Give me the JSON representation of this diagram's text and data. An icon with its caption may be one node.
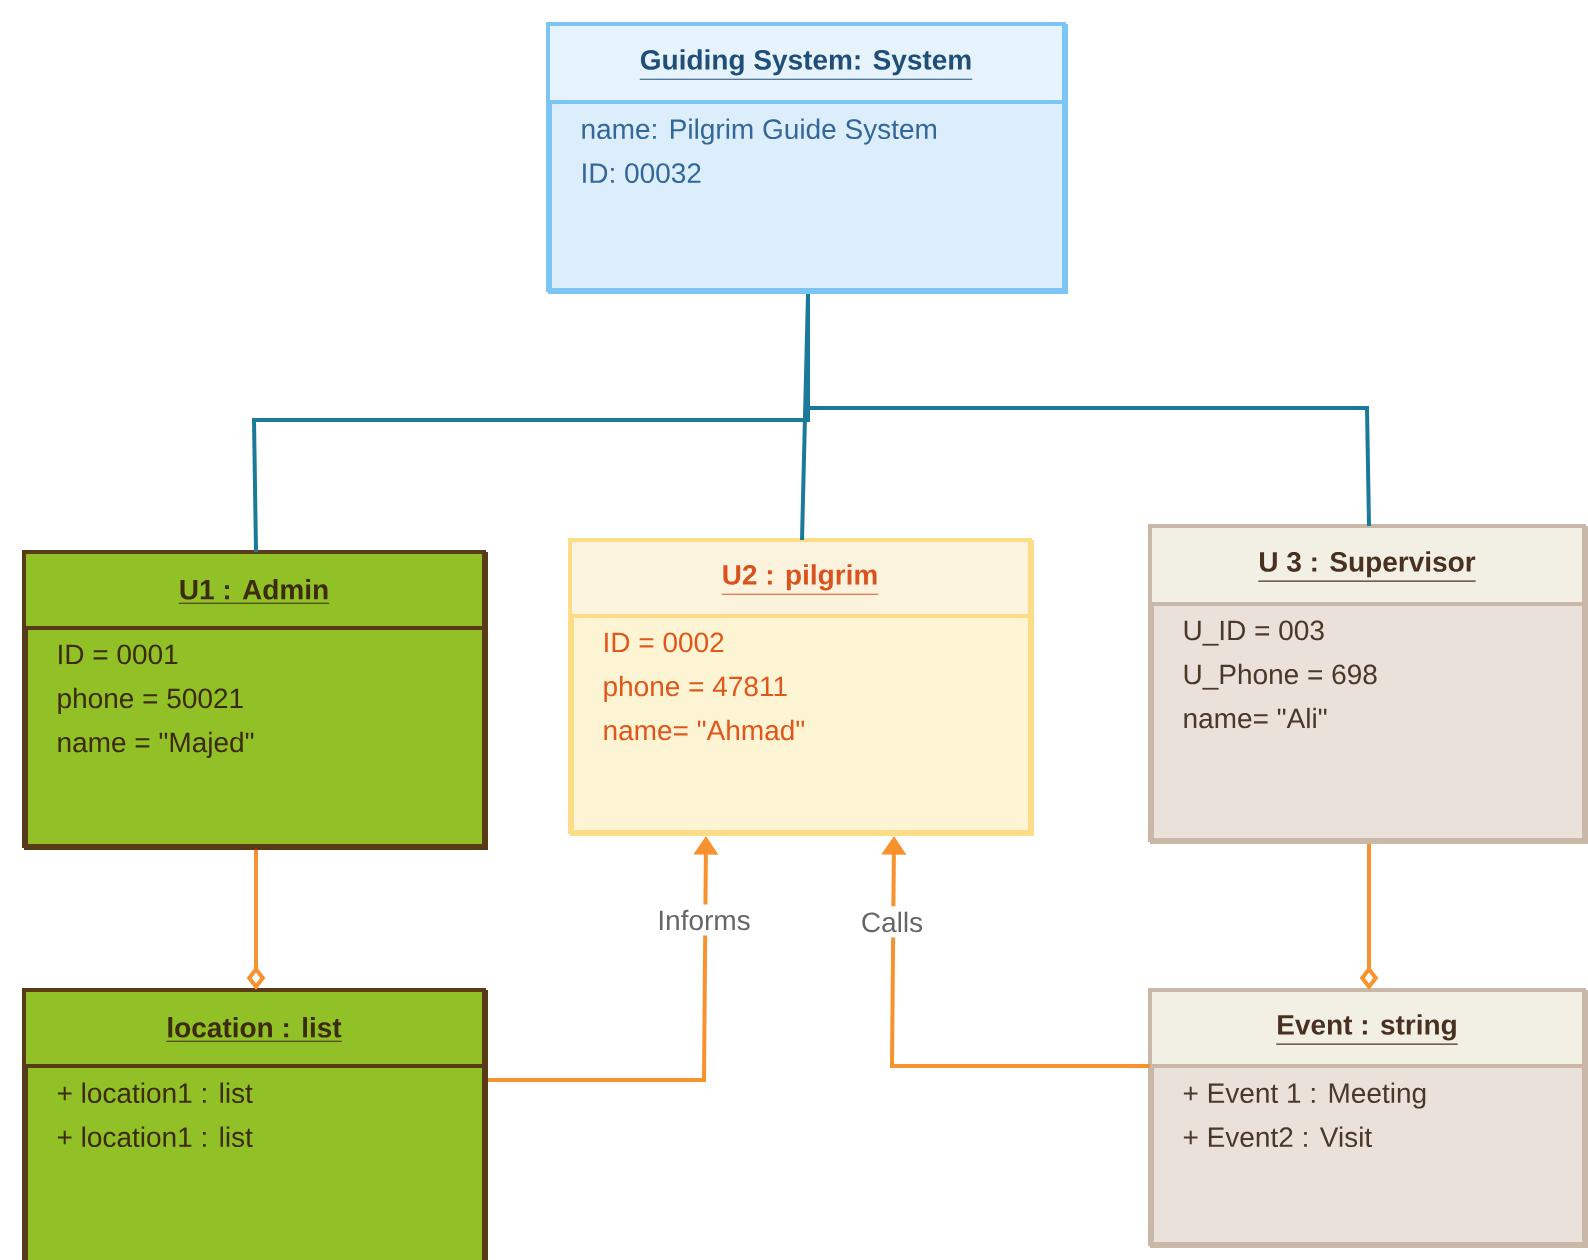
{
  "diagram": {
    "nodes": [
      {
        "text": [
          "Guiding System: System",
          "name: Pilgrim Guide System",
          "ID: 00032"
        ]
      },
      {
        "text": [
          "U1 : Admin",
          "ID = 0001",
          "phone = 50021",
          "name = \"Majed\""
        ]
      },
      {
        "text": [
          "U2 : pilgrim",
          "ID = 0002",
          "phone = 47811",
          "name= \"Ahmad\""
        ]
      },
      {
        "text": [
          "U 3 : Supervisor",
          "U_ID = 003",
          "U_Phone = 698",
          "name= \"Ali\""
        ]
      },
      {
        "text": [
          "location : list",
          "+ location1 : list",
          "+ location1 : list"
        ]
      },
      {
        "text": [
          "Event : string",
          "+ Event 1 : Meeting",
          "+ Event2 : Visit"
        ]
      }
    ],
    "edges": [
      {
        "from": 0,
        "to": 1,
        "arrow": "none",
        "color": "#1b7a99"
      },
      {
        "from": 0,
        "to": 2,
        "arrow": "none",
        "color": "#1b7a99"
      },
      {
        "from": 0,
        "to": 3,
        "arrow": "none",
        "color": "#1b7a99"
      },
      {
        "from": 1,
        "to": 4,
        "arrow": "other"
      },
      {
        "from": 3,
        "to": 5,
        "arrow": "other"
      },
      {
        "from": 4,
        "to": 2,
        "arrow": "to",
        "label": "Informs"
      },
      {
        "from": 5,
        "to": 2,
        "arrow": "to",
        "label": "Calls"
      }
    ]
  }
}
